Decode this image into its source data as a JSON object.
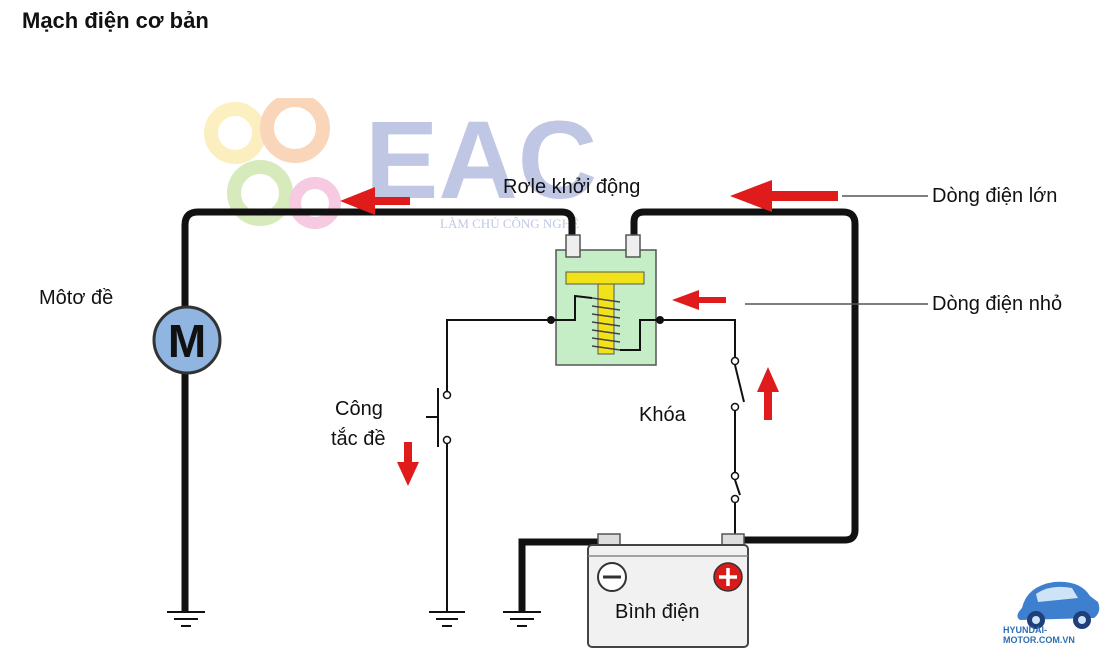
{
  "title": "Mạch điện cơ bản",
  "labels": {
    "relay": "Rơle khởi động",
    "large_current": "Dòng điện lớn",
    "small_current": "Dòng điện nhỏ",
    "motor": "Môtơ đề",
    "motor_symbol": "M",
    "starter_switch_line1": "Công",
    "starter_switch_line2": "tắc đề",
    "ignition_key": "Khóa",
    "battery": "Bình điện"
  },
  "watermark": {
    "text": "EAC",
    "tagline": "LÀM CHỦ CÔNG NGHỆ"
  },
  "brand": {
    "text": "HYUNDAI-MOTOR.COM.VN"
  },
  "colors": {
    "wire": "#111111",
    "arrow": "#e01b1b",
    "relay_fill": "#c6eec6",
    "relay_core": "#f2e21a",
    "motor_fill": "#8fb5e0",
    "battery_fill": "#f1f1f1",
    "plus_red": "#d81a1a"
  }
}
